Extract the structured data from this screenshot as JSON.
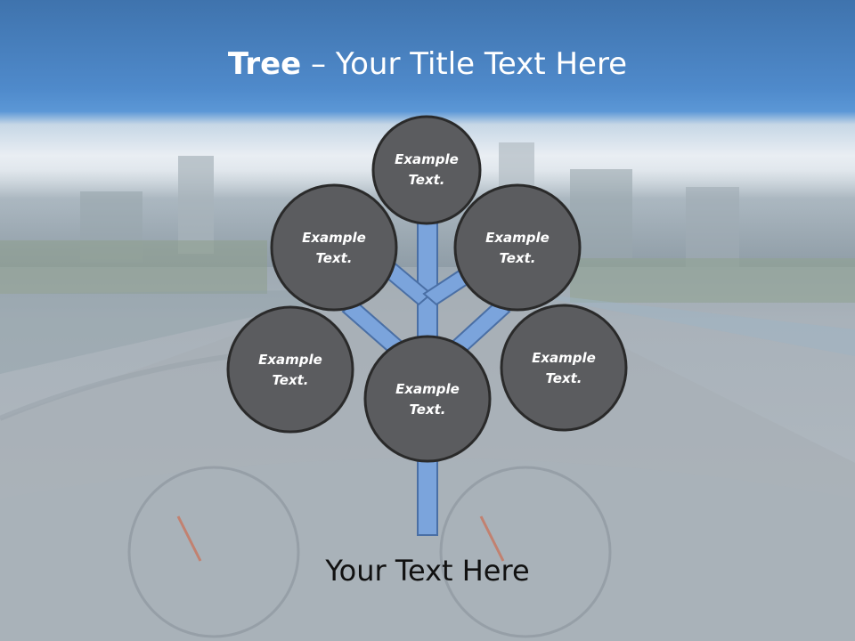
{
  "title": {
    "bold": "Tree",
    "rest": " – Your Title Text Here"
  },
  "nodes": [
    {
      "label_line1": "Example",
      "label_line2": "Text."
    },
    {
      "label_line1": "Example",
      "label_line2": "Text."
    },
    {
      "label_line1": "Example",
      "label_line2": "Text."
    },
    {
      "label_line1": "Example",
      "label_line2": "Text."
    },
    {
      "label_line1": "Example",
      "label_line2": "Text."
    },
    {
      "label_line1": "Example",
      "label_line2": "Text."
    }
  ],
  "footer": "Your Text Here",
  "colors": {
    "circle_fill": "#5b5c5f",
    "circle_stroke": "#2a2a2a",
    "branch_fill": "#7ba4dc",
    "branch_stroke": "#4a6fa5"
  }
}
